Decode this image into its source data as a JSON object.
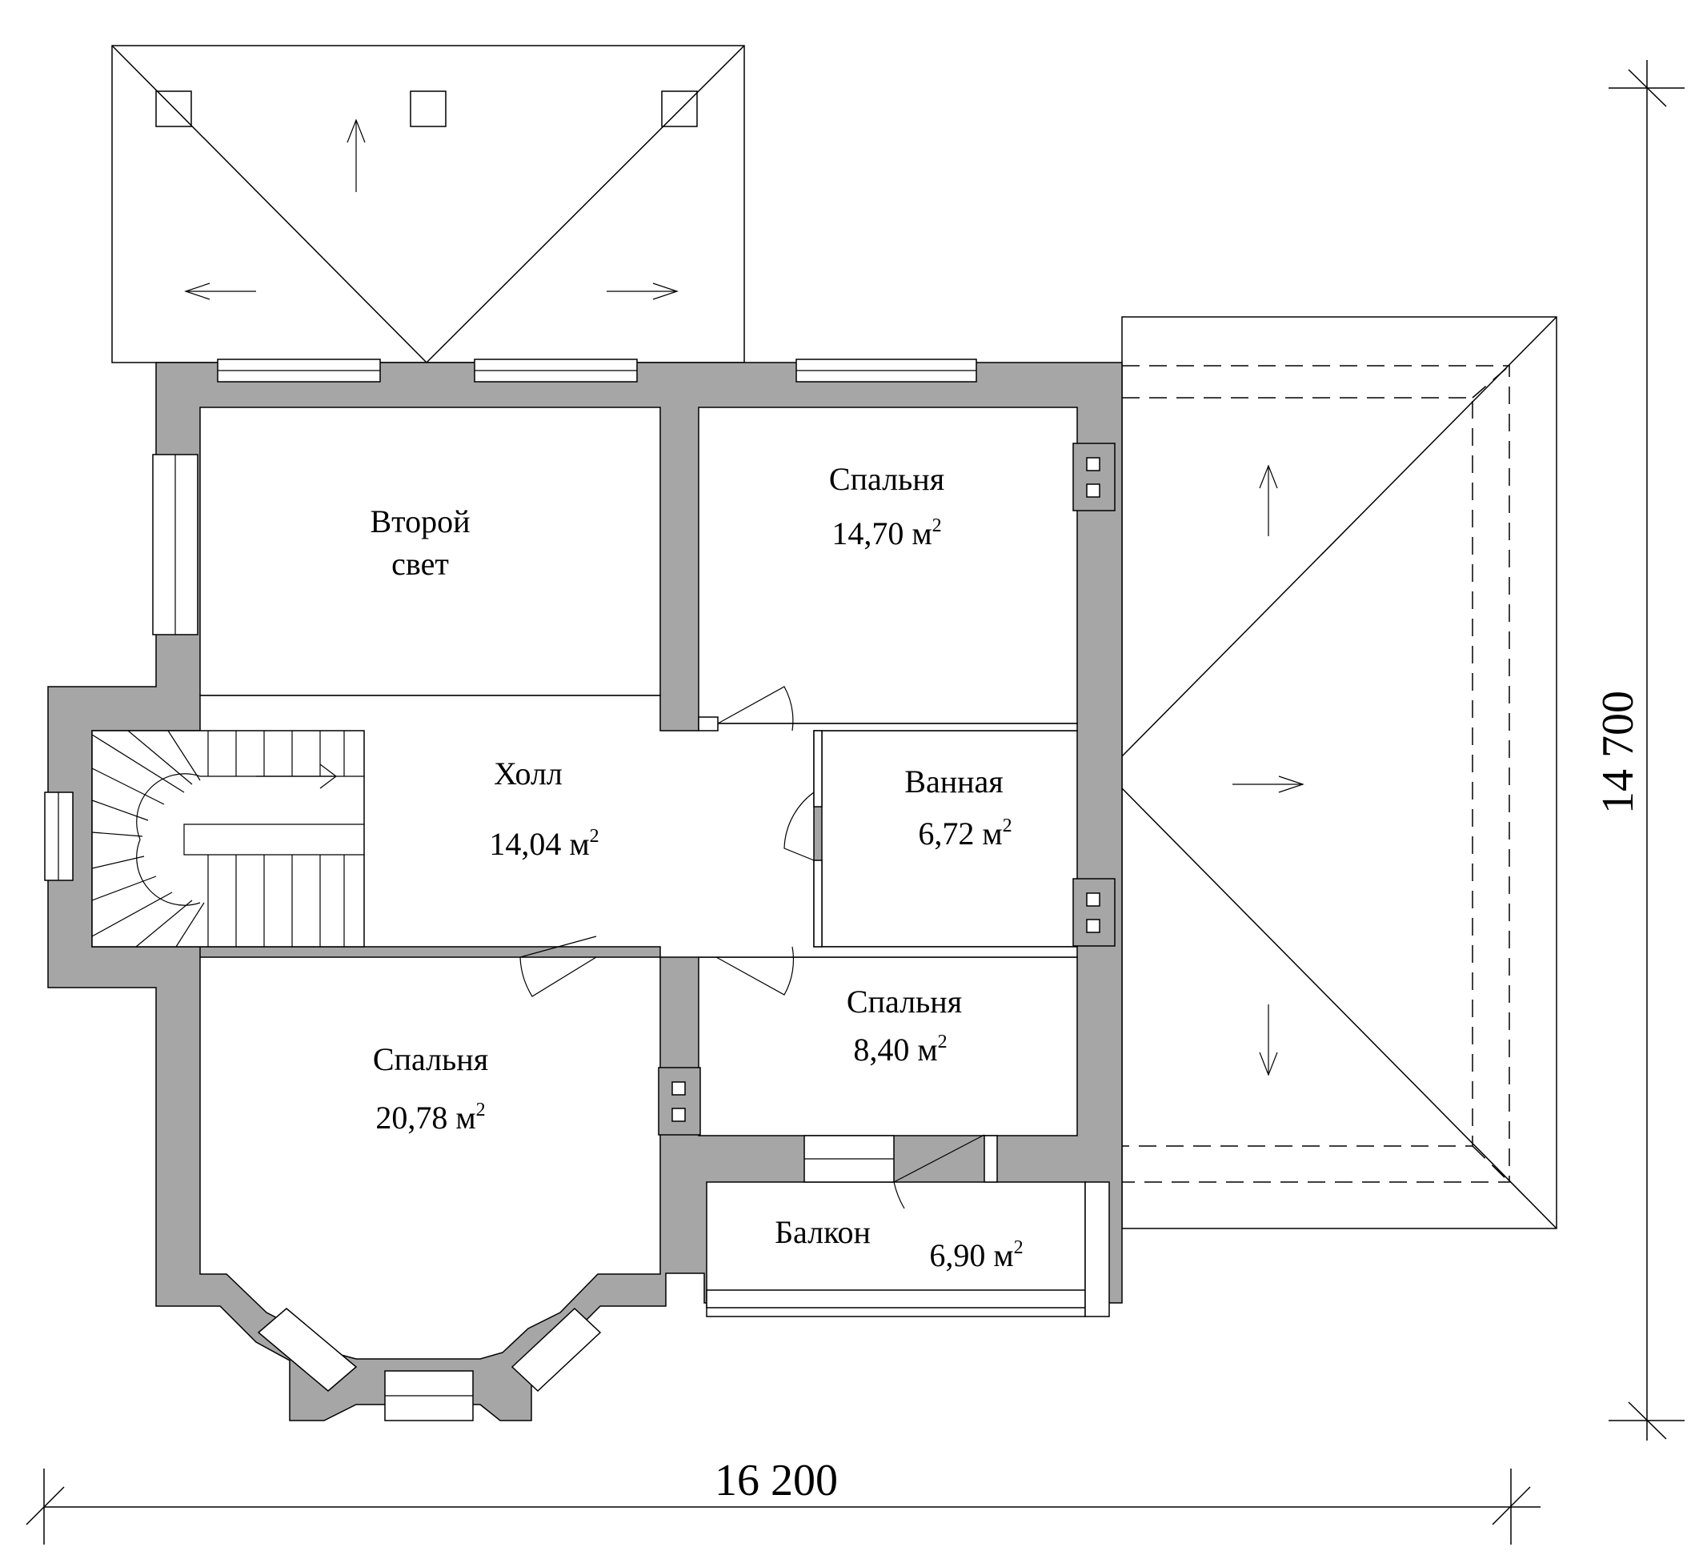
{
  "rooms": {
    "second_light": {
      "line1": "Второй",
      "line2": "свет"
    },
    "bedroom_top": {
      "name": "Спальня",
      "area": "14,70 м",
      "area_sup": "2"
    },
    "hall": {
      "name": "Холл",
      "area": "14,04 м",
      "area_sup": "2"
    },
    "bathroom": {
      "name": "Ванная",
      "area": "6,72 м",
      "area_sup": "2"
    },
    "bedroom_small": {
      "name": "Спальня",
      "area": "8,40 м",
      "area_sup": "2"
    },
    "bedroom_large": {
      "name": "Спальня",
      "area": "20,78 м",
      "area_sup": "2"
    },
    "balcony": {
      "name": "Балкон",
      "area": "6,90 м",
      "area_sup": "2"
    }
  },
  "dimensions": {
    "width": "16 200",
    "height": "14 700"
  },
  "colors": {
    "wall_fill": "#a6a6a6",
    "line": "#000000",
    "background": "#ffffff"
  }
}
